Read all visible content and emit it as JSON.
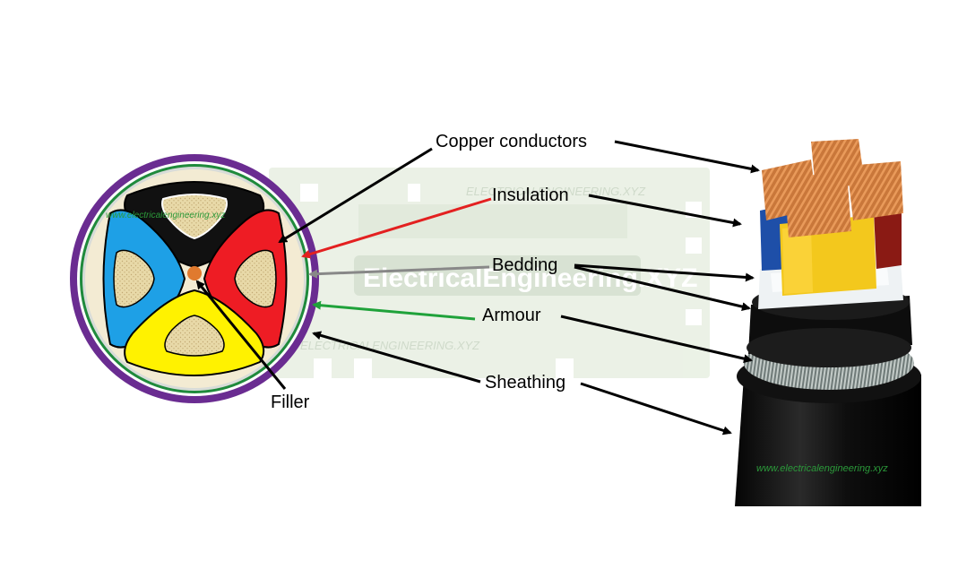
{
  "labels": {
    "copper_conductors": "Copper conductors",
    "insulation": "Insulation",
    "bedding": "Bedding",
    "armour": "Armour",
    "sheathing": "Sheathing",
    "filler": "Filler"
  },
  "watermarks": {
    "left": "www.electricalengineering.xyz",
    "right": "www.electricalengineering.xyz",
    "center_logo": "ElectricalEngineering.XYZ",
    "center_small_top": "ELECTRICALENGINEERING.XYZ",
    "center_small_bottom": "ELECTRICALENGINEERING.XYZ"
  },
  "colors": {
    "sheath": "#6a2c91",
    "armour": "#1f8a3c",
    "bedding": "#f3ebd3",
    "core_black": "#111111",
    "core_blue": "#1ea0e6",
    "core_red": "#ee1c24",
    "core_yellow": "#fff200",
    "copper": "#e6d7a6",
    "filler": "#e07a2e",
    "arrow_black": "#000000",
    "arrow_red": "#e32020",
    "arrow_green": "#1fa23a",
    "arrow_gray": "#888888",
    "watermark_green": "#2b9a3a"
  }
}
